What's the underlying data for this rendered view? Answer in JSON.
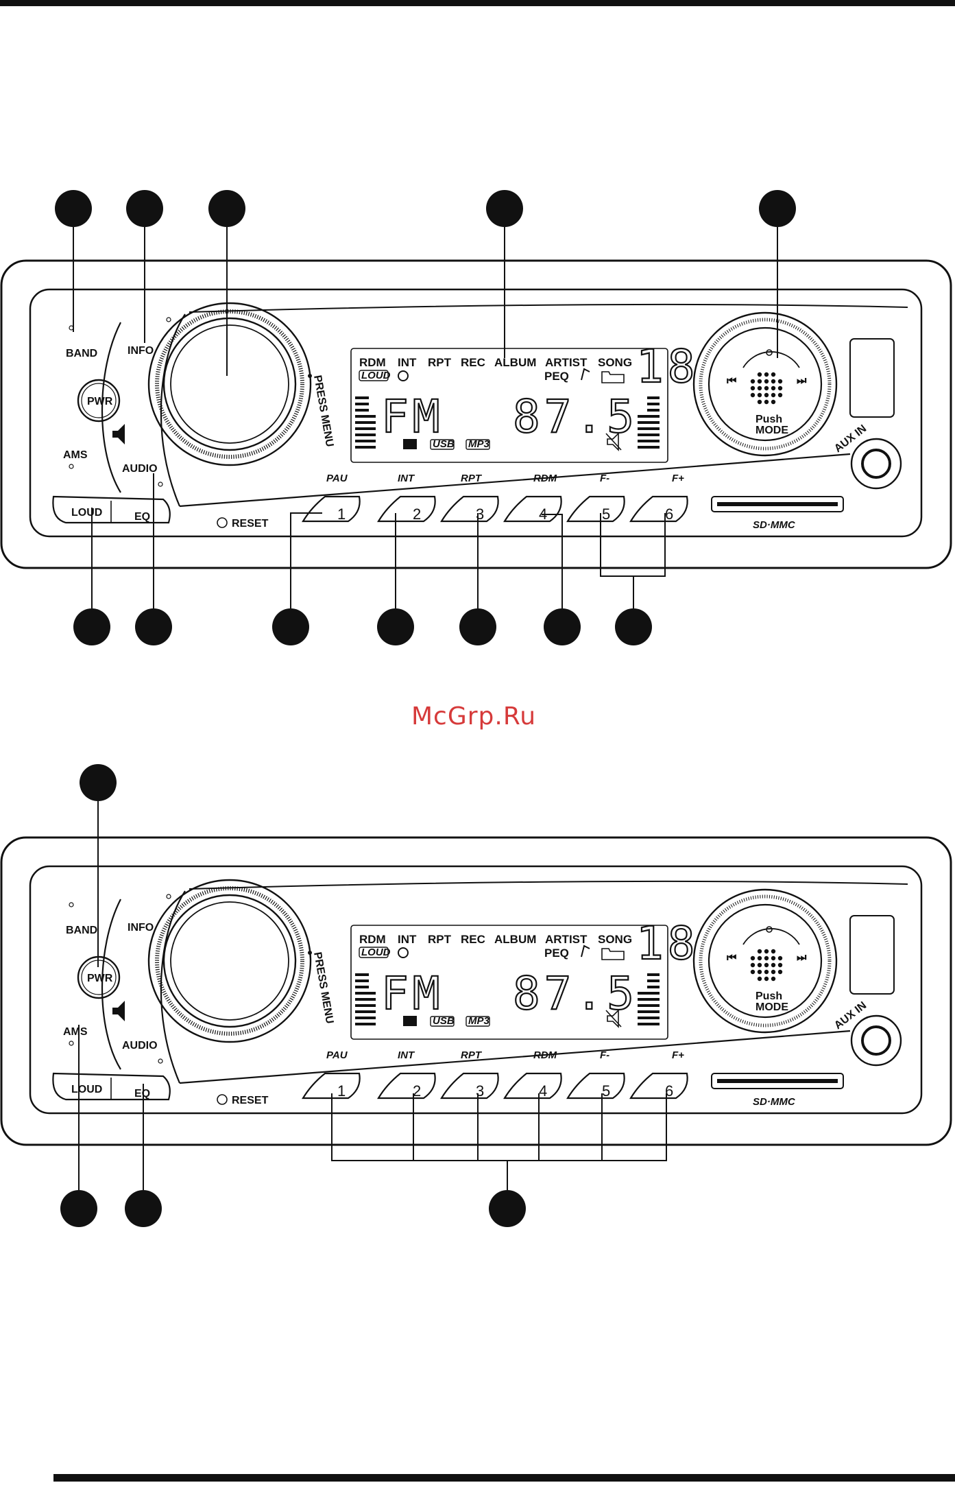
{
  "watermark": "McGrp.Ru",
  "panels": [
    {
      "id": "panel-top",
      "buttons": {
        "band": "BAND",
        "info": "INFO",
        "pwr": "PWR",
        "ams": "AMS",
        "audio": "AUDIO",
        "loud": "LOUD",
        "eq": "EQ",
        "reset": "RESET",
        "press_menu": "PRESS MENU",
        "push": "Push",
        "mode": "MODE",
        "aux_in": "AUX IN",
        "card_slot": "SD·MMC"
      },
      "presets": [
        {
          "label": "PAU",
          "number": "1"
        },
        {
          "label": "INT",
          "number": "2"
        },
        {
          "label": "RPT",
          "number": "3"
        },
        {
          "label": "RDM",
          "number": "4"
        },
        {
          "label": "F-",
          "number": "5"
        },
        {
          "label": "F+",
          "number": "6"
        }
      ],
      "display": {
        "indicators": [
          "RDM",
          "INT",
          "RPT",
          "REC",
          "ALBUM",
          "ARTIST",
          "SONG"
        ],
        "loud": "LOUD",
        "peq": "PEQ",
        "usb": "USB",
        "mp3": "MP3",
        "band_text": "FM",
        "frequency": "87.5",
        "channel": "18"
      }
    },
    {
      "id": "panel-bottom",
      "buttons": {
        "band": "BAND",
        "info": "INFO",
        "pwr": "PWR",
        "ams": "AMS",
        "audio": "AUDIO",
        "loud": "LOUD",
        "eq": "EQ",
        "reset": "RESET",
        "press_menu": "PRESS MENU",
        "push": "Push",
        "mode": "MODE",
        "aux_in": "AUX IN",
        "card_slot": "SD·MMC"
      },
      "presets": [
        {
          "label": "PAU",
          "number": "1"
        },
        {
          "label": "INT",
          "number": "2"
        },
        {
          "label": "RPT",
          "number": "3"
        },
        {
          "label": "RDM",
          "number": "4"
        },
        {
          "label": "F-",
          "number": "5"
        },
        {
          "label": "F+",
          "number": "6"
        }
      ],
      "display": {
        "indicators": [
          "RDM",
          "INT",
          "RPT",
          "REC",
          "ALBUM",
          "ARTIST",
          "SONG"
        ],
        "loud": "LOUD",
        "peq": "PEQ",
        "usb": "USB",
        "mp3": "MP3",
        "band_text": "FM",
        "frequency": "87.5",
        "channel": "18"
      }
    }
  ]
}
